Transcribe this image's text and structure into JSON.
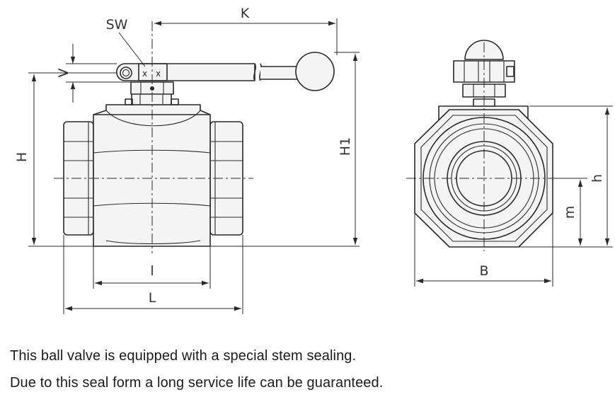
{
  "labels": {
    "K": "K",
    "SW": "SW",
    "V": "V",
    "H": "H",
    "H1": "H1",
    "l": "l",
    "L": "L",
    "B": "B",
    "h": "h",
    "m": "m"
  },
  "caption": {
    "line1": "This ball valve is equipped with a special stem sealing.",
    "line2": "Due to this seal form a long service life can be guaranteed."
  }
}
